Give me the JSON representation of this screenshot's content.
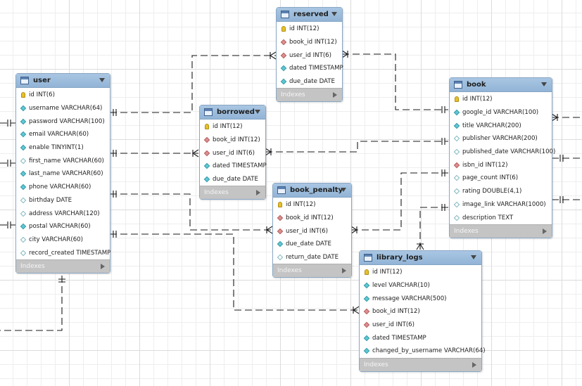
{
  "indexes_label": "Indexes",
  "colors": {
    "header": "#9dbddd",
    "primary_key": "#e6c02c",
    "not_null": "#5ec9d6",
    "foreign_key": "#de8f8f",
    "nullable": "#ffffff",
    "indexes_bar": "#c4c4c4",
    "connector": "#1a1a1a"
  },
  "tables": {
    "user": {
      "title": "user",
      "columns": [
        {
          "text": "id INT(6)",
          "icon": "primary-key-icon"
        },
        {
          "text": "username VARCHAR(64)",
          "icon": "not-null-column-icon"
        },
        {
          "text": "password VARCHAR(100)",
          "icon": "not-null-column-icon"
        },
        {
          "text": "email VARCHAR(60)",
          "icon": "not-null-column-icon"
        },
        {
          "text": "enable TINYINT(1)",
          "icon": "not-null-column-icon"
        },
        {
          "text": "first_name VARCHAR(60)",
          "icon": "nullable-column-icon"
        },
        {
          "text": "last_name VARCHAR(60)",
          "icon": "not-null-column-icon"
        },
        {
          "text": "phone VARCHAR(60)",
          "icon": "not-null-column-icon"
        },
        {
          "text": "birthday DATE",
          "icon": "nullable-column-icon"
        },
        {
          "text": "address VARCHAR(120)",
          "icon": "nullable-column-icon"
        },
        {
          "text": "postal VARCHAR(60)",
          "icon": "not-null-column-icon"
        },
        {
          "text": "city VARCHAR(60)",
          "icon": "nullable-column-icon"
        },
        {
          "text": "record_created TIMESTAMP",
          "icon": "nullable-column-icon"
        }
      ]
    },
    "reserved": {
      "title": "reserved",
      "columns": [
        {
          "text": "id INT(12)",
          "icon": "primary-key-icon"
        },
        {
          "text": "book_id INT(12)",
          "icon": "foreign-key-icon"
        },
        {
          "text": "user_id INT(6)",
          "icon": "foreign-key-icon"
        },
        {
          "text": "dated TIMESTAMP",
          "icon": "not-null-column-icon"
        },
        {
          "text": "due_date DATE",
          "icon": "not-null-column-icon"
        }
      ]
    },
    "borrowed": {
      "title": "borrowed",
      "columns": [
        {
          "text": "id INT(12)",
          "icon": "primary-key-icon"
        },
        {
          "text": "book_id INT(12)",
          "icon": "foreign-key-icon"
        },
        {
          "text": "user_id INT(6)",
          "icon": "foreign-key-icon"
        },
        {
          "text": "dated TIMESTAMP",
          "icon": "not-null-column-icon"
        },
        {
          "text": "due_date DATE",
          "icon": "not-null-column-icon"
        }
      ]
    },
    "book_penalty": {
      "title": "book_penalty",
      "columns": [
        {
          "text": "id INT(12)",
          "icon": "primary-key-icon"
        },
        {
          "text": "book_id INT(12)",
          "icon": "foreign-key-icon"
        },
        {
          "text": "user_id INT(6)",
          "icon": "foreign-key-icon"
        },
        {
          "text": "due_date DATE",
          "icon": "not-null-column-icon"
        },
        {
          "text": "return_date DATE",
          "icon": "nullable-column-icon"
        }
      ]
    },
    "book": {
      "title": "book",
      "columns": [
        {
          "text": "id INT(12)",
          "icon": "primary-key-icon"
        },
        {
          "text": "google_id VARCHAR(100)",
          "icon": "not-null-column-icon"
        },
        {
          "text": "title VARCHAR(200)",
          "icon": "not-null-column-icon"
        },
        {
          "text": "publisher VARCHAR(200)",
          "icon": "nullable-column-icon"
        },
        {
          "text": "published_date VARCHAR(100)",
          "icon": "nullable-column-icon"
        },
        {
          "text": "isbn_id INT(12)",
          "icon": "foreign-key-icon"
        },
        {
          "text": "page_count INT(6)",
          "icon": "nullable-column-icon"
        },
        {
          "text": "rating DOUBLE(4,1)",
          "icon": "nullable-column-icon"
        },
        {
          "text": "image_link VARCHAR(1000)",
          "icon": "nullable-column-icon"
        },
        {
          "text": "description TEXT",
          "icon": "nullable-column-icon"
        }
      ]
    },
    "library_logs": {
      "title": "library_logs",
      "columns": [
        {
          "text": "id INT(12)",
          "icon": "primary-key-icon"
        },
        {
          "text": "level VARCHAR(10)",
          "icon": "not-null-column-icon"
        },
        {
          "text": "message VARCHAR(500)",
          "icon": "not-null-column-icon"
        },
        {
          "text": "book_id INT(12)",
          "icon": "foreign-key-icon"
        },
        {
          "text": "user_id INT(6)",
          "icon": "foreign-key-icon"
        },
        {
          "text": "dated TIMESTAMP",
          "icon": "not-null-column-icon"
        },
        {
          "text": "changed_by_username VARCHAR(64)",
          "icon": "not-null-column-icon"
        }
      ]
    }
  }
}
